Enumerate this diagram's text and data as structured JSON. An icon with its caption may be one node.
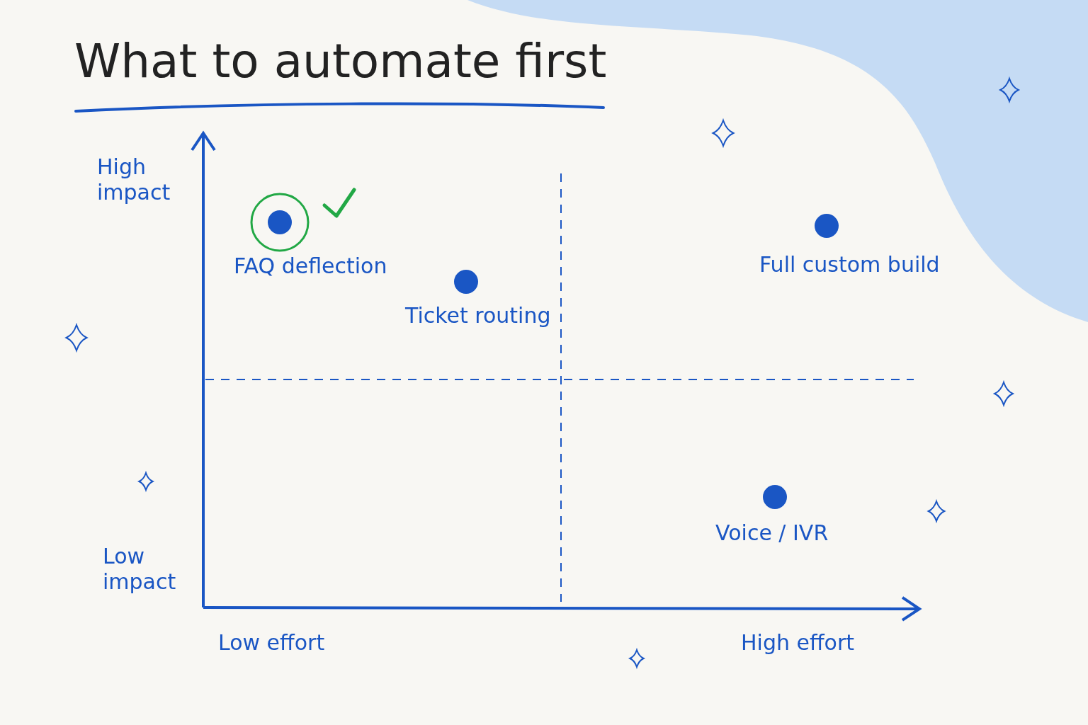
{
  "diagram": {
    "title": "What to automate first",
    "labels": [
      "High impact",
      "FAQ deflection",
      "Ticket routing",
      "Full custom build",
      "Voice / IVR",
      "Low impact",
      "Low effort",
      "High effort"
    ]
  }
}
